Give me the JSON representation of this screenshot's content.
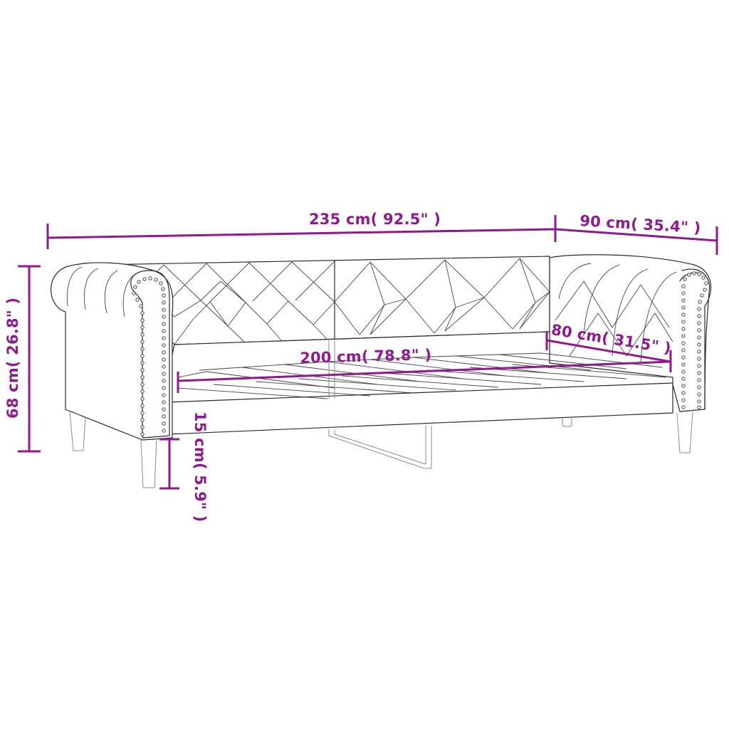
{
  "figure": {
    "type": "product-dimension-drawing",
    "subject": "chesterfield daybed",
    "colors": {
      "dimension_line": "#8e1a8e",
      "line_art": "#2a2a2a",
      "background": "#ffffff"
    }
  },
  "dimensions": {
    "overall_width": {
      "label": "235 cm( 92.5\" )",
      "cm": 235,
      "in": 92.5
    },
    "overall_depth": {
      "label": "90 cm( 35.4\" )",
      "cm": 90,
      "in": 35.4
    },
    "overall_height": {
      "label": "68 cm( 26.8\" )",
      "cm": 68,
      "in": 26.8
    },
    "leg_height": {
      "label": "15 cm( 5.9\" )",
      "cm": 15,
      "in": 5.9
    },
    "sleeping_length": {
      "label": "200 cm( 78.8\" )",
      "cm": 200,
      "in": 78.8
    },
    "sleeping_width": {
      "label": "80 cm( 31.5\" )",
      "cm": 80,
      "in": 31.5
    }
  }
}
